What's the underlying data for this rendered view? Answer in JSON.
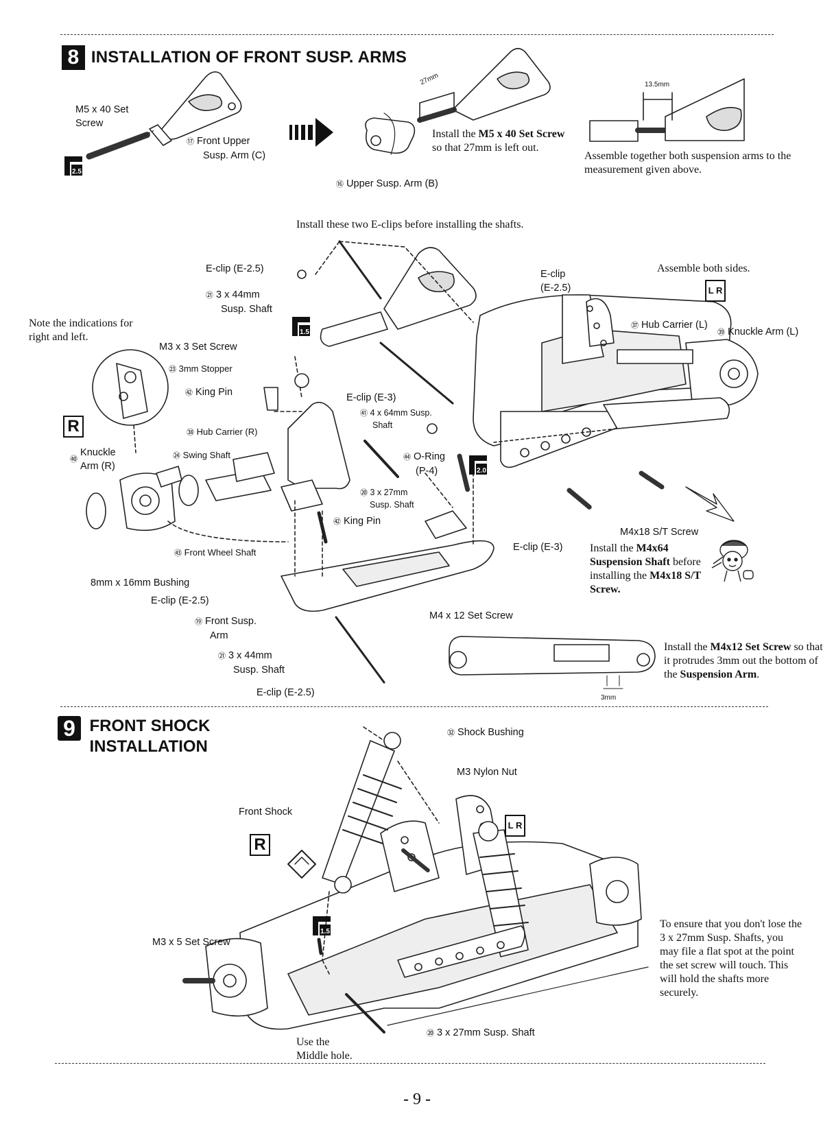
{
  "section8": {
    "number": "8",
    "title": "INSTALLATION OF FRONT SUSP. ARMS",
    "step1": {
      "screw_label": "M5 x 40 Set Screw",
      "part_num": "⑰",
      "part_label_line1": "Front Upper",
      "part_label_line2": "Susp. Arm (C)",
      "tool_size": "2.5"
    },
    "step2": {
      "dimension": "27mm",
      "instruction_pre": "Install the ",
      "instruction_bold": "M5 x 40 Set Screw",
      "instruction_post": " so that 27mm is left out.",
      "part_num": "⑯",
      "part_label": "Upper Susp. Arm (B)"
    },
    "step3": {
      "dimension": "13.5mm",
      "instruction": "Assemble together both suspension arms to the measurement given above."
    },
    "eclip_note": "Install these two E-clips before installing the shafts.",
    "assemble_both": "Assemble both sides.",
    "lr_badge": "L R",
    "note_lr": "Note the indications for right and left.",
    "labels": {
      "eclip_25_top": "E-clip (E-2.5)",
      "shaft_3x44_top_num": "㉑",
      "shaft_3x44_top_line1": "3 x 44mm",
      "shaft_3x44_top_line2": "Susp. Shaft",
      "m3x3": "M3 x 3 Set Screw",
      "tool_15": "1.5",
      "stopper_num": "㉓",
      "stopper": "3mm Stopper",
      "kingpin_top_num": "㊷",
      "kingpin_top": "King Pin",
      "eclip_e3_mid": "E-clip (E-3)",
      "shaft_4x64_num": "㊶",
      "shaft_4x64_line1": "4 x 64mm Susp.",
      "shaft_4x64_line2": "Shaft",
      "hub_r_num": "㊳",
      "hub_r": "Hub Carrier (R)",
      "knuckle_r_num": "㊵",
      "knuckle_r_line1": "Knuckle",
      "knuckle_r_line2": "Arm (R)",
      "swing_num": "㉔",
      "swing": "Swing Shaft",
      "oring_num": "㊹",
      "oring_line1": "O-Ring",
      "oring_line2": "(P-4)",
      "tool_20": "2.0",
      "shaft_3x27_num": "⑳",
      "shaft_3x27_line1": "3 x 27mm",
      "shaft_3x27_line2": "Susp. Shaft",
      "kingpin_bot_num": "㊷",
      "kingpin_bot": "King Pin",
      "front_wheel_num": "㊸",
      "front_wheel": "Front Wheel Shaft",
      "bushing": "8mm x 16mm Bushing",
      "eclip_25_mid": "E-clip (E-2.5)",
      "front_susp_num": "⑲",
      "front_susp_line1": "Front Susp.",
      "front_susp_line2": "Arm",
      "shaft_3x44_bot_num": "㉑",
      "shaft_3x44_bot_line1": "3 x 44mm",
      "shaft_3x44_bot_line2": "Susp. Shaft",
      "eclip_25_bot": "E-clip (E-2.5)",
      "eclip_right_line1": "E-clip",
      "eclip_right_line2": "(E-2.5)",
      "hub_l_num": "㊲",
      "hub_l": "Hub Carrier (L)",
      "knuckle_l_num": "㊴",
      "knuckle_l": "Knuckle Arm (L)",
      "eclip_e3_right": "E-clip (E-3)",
      "m4x12": "M4 x 12 Set Screw",
      "m4x18": "M4x18 S/T Screw",
      "r_letter": "R"
    },
    "m4x64_note": {
      "pre": "Install the ",
      "bold1": "M4x64 Suspension Shaft",
      "mid": " before installing the ",
      "bold2": "M4x18 S/T Screw."
    },
    "m4x12_note": {
      "pre": "Install the ",
      "bold1": "M4x12 Set Screw",
      "mid": " so that it protrudes 3mm out the bottom of the ",
      "bold2": "Suspension Arm",
      "post": "."
    },
    "dim_3mm": "3mm"
  },
  "section9": {
    "number": "9",
    "title_line1": "FRONT SHOCK",
    "title_line2": "INSTALLATION",
    "shock_bushing_num": "㉜",
    "shock_bushing": "Shock Bushing",
    "nylon_nut": "M3 Nylon Nut",
    "front_shock": "Front Shock",
    "r_letter": "R",
    "lr_badge": "L R",
    "m3x5": "M3 x 5 Set Screw",
    "tool_15": "1.5",
    "use_middle_line1": "Use the",
    "use_middle_line2": "Middle hole.",
    "shaft_num": "⑳",
    "shaft": "3 x 27mm Susp. Shaft",
    "note": "To ensure that you don't lose the 3 x 27mm Susp. Shafts, you may file a flat spot at the point the set screw will touch. This will hold the shafts more securely."
  },
  "page_number": "- 9 -"
}
